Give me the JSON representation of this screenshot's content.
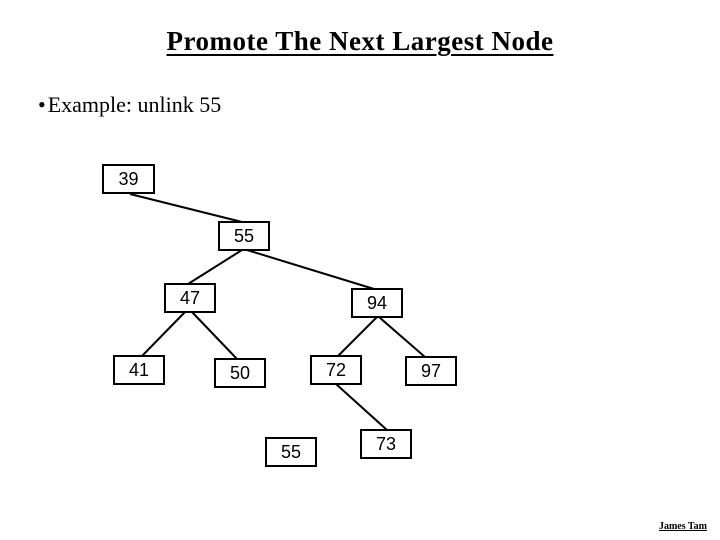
{
  "slide": {
    "title": "Promote The Next Largest Node",
    "bullet": {
      "marker": "•",
      "text": "Example: unlink 55"
    },
    "footer": "James Tam"
  },
  "tree": {
    "nodes": [
      {
        "id": "39",
        "label": "39"
      },
      {
        "id": "55-root",
        "label": "55"
      },
      {
        "id": "47",
        "label": "47"
      },
      {
        "id": "94",
        "label": "94"
      },
      {
        "id": "41",
        "label": "41"
      },
      {
        "id": "50",
        "label": "50"
      },
      {
        "id": "72",
        "label": "72"
      },
      {
        "id": "97",
        "label": "97"
      },
      {
        "id": "55-unlinked",
        "label": "55"
      },
      {
        "id": "73",
        "label": "73"
      }
    ],
    "edges": [
      {
        "from": "39",
        "to": "55-root"
      },
      {
        "from": "55-root",
        "to": "47"
      },
      {
        "from": "55-root",
        "to": "94"
      },
      {
        "from": "47",
        "to": "41"
      },
      {
        "from": "47",
        "to": "50"
      },
      {
        "from": "94",
        "to": "72"
      },
      {
        "from": "94",
        "to": "97"
      },
      {
        "from": "72",
        "to": "73"
      }
    ]
  },
  "colors": {
    "background": "#ffffff",
    "text": "#000000",
    "node_fill": "#ffffff",
    "node_border": "#000000",
    "edge": "#000000"
  }
}
